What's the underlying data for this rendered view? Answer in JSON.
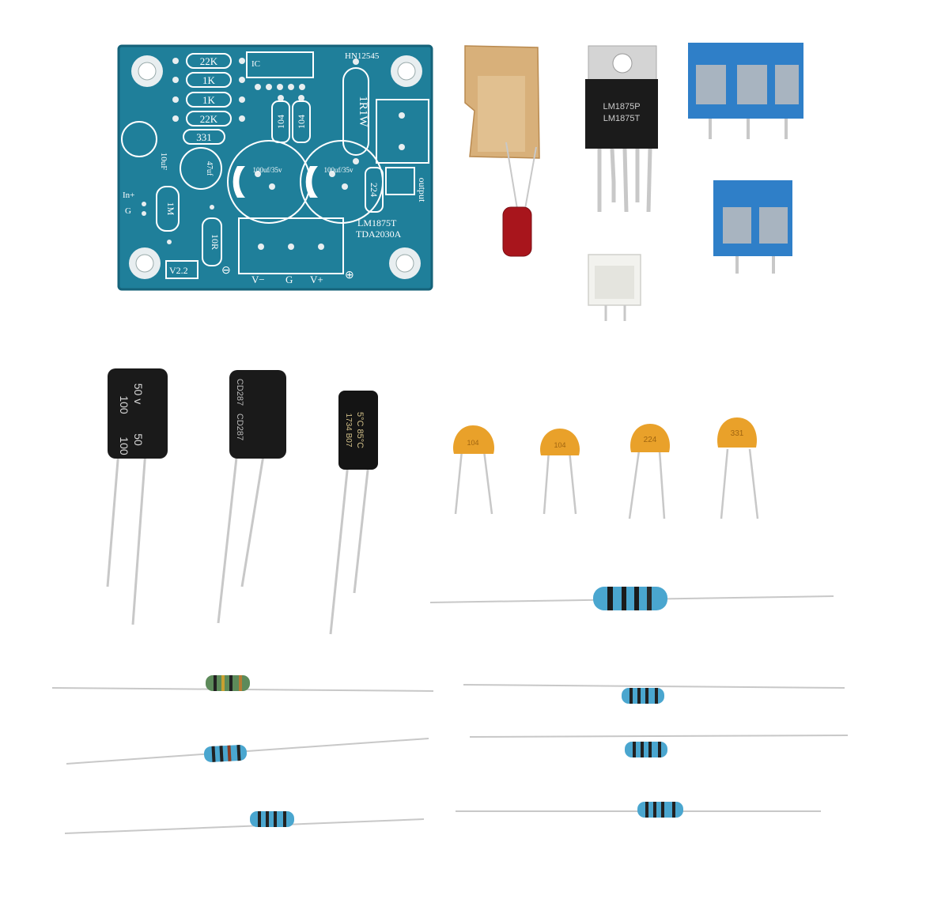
{
  "colors": {
    "background": "#ffffff",
    "pcb": "#1f7f9a",
    "pcb_dark": "#176a82",
    "silk": "#ffffff",
    "pad": "#e8eef0",
    "terminal_blue": "#2f7fc8",
    "cap_body": "#1a1a1a",
    "ceramic": "#e9a12a",
    "resistor_blue": "#4aa6cf",
    "resistor_green": "#5d8a5a",
    "pin": "#c8c8c8"
  },
  "pcb": {
    "labels": {
      "r1": "22K",
      "r2": "1K",
      "r3": "1K",
      "r4": "22K",
      "c331": "331",
      "ic": "IC",
      "code": "HN12545",
      "c104a": "104",
      "c104b": "104",
      "r1w": "1R1W",
      "c10uf": "10uF",
      "c47uf": "47uf",
      "cap100a": "100uf/35v",
      "cap100b": "100uf/35v",
      "c224": "224",
      "output": "output",
      "in_plus": "In+",
      "g": "G",
      "r1m": "1M",
      "lm1875": "LM1875T",
      "tda": "TDA2030A",
      "r10r": "10R",
      "version": "V2.2",
      "minus": "⊖",
      "vminus": "V−",
      "gnd": "G",
      "vplus": "V+",
      "plus": "⊕"
    }
  },
  "regulator": {
    "label_top": "LM1875P",
    "label_main": "LM1875T"
  },
  "capacitors": {
    "cap1": {
      "line1": "50 v",
      "line2": "100",
      "line3": "50",
      "line4": "100"
    },
    "cap2": {
      "line1": "CD287",
      "line2": "CD287"
    },
    "cap3": {
      "line1": "5°C 85°C",
      "line2": "1734 B07"
    }
  },
  "ceramics": [
    "104",
    "104",
    "224",
    "331"
  ]
}
